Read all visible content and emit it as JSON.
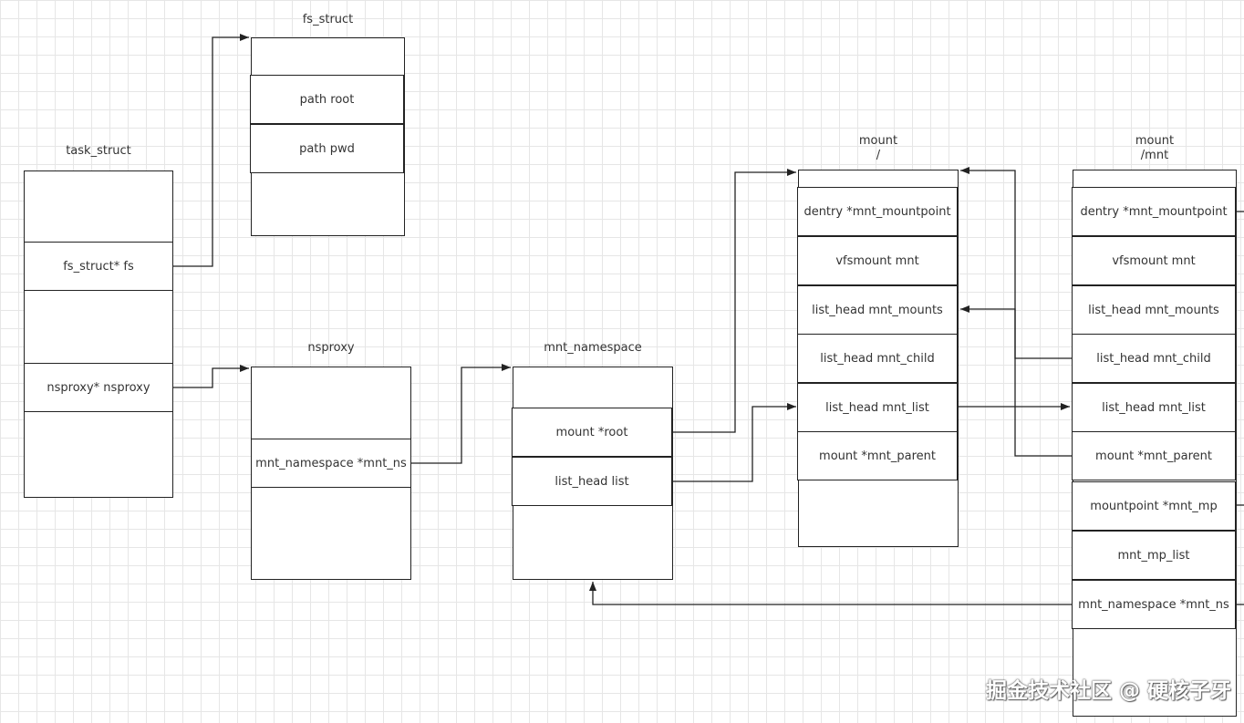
{
  "structs": [
    {
      "id": "task_struct",
      "title": "task_struct",
      "fields": [
        "fs_struct* fs",
        "nsproxy* nsproxy"
      ]
    },
    {
      "id": "fs_struct",
      "title": "fs_struct",
      "fields": [
        "path root",
        "path pwd"
      ]
    },
    {
      "id": "nsproxy",
      "title": "nsproxy",
      "fields": [
        "mnt_namespace *mnt_ns"
      ]
    },
    {
      "id": "mnt_namespace",
      "title": "mnt_namespace",
      "fields": [
        "mount *root",
        "list_head list"
      ]
    },
    {
      "id": "mount_root",
      "title": "mount\n/",
      "fields": [
        "dentry *mnt_mountpoint",
        "vfsmount mnt",
        "list_head mnt_mounts",
        "list_head mnt_child",
        "list_head mnt_list",
        "mount *mnt_parent"
      ]
    },
    {
      "id": "mount_mnt",
      "title": "mount\n/mnt",
      "fields": [
        "dentry *mnt_mountpoint",
        "vfsmount mnt",
        "list_head mnt_mounts",
        "list_head mnt_child",
        "list_head mnt_list",
        "mount *mnt_parent",
        "mountpoint *mnt_mp",
        "mnt_mp_list",
        "mnt_namespace *mnt_ns"
      ]
    }
  ],
  "colors": {
    "line": "#222222",
    "grid": "#e6e6e6",
    "text": "#333333"
  },
  "watermark": "掘金技术社区 @ 硬核子牙"
}
